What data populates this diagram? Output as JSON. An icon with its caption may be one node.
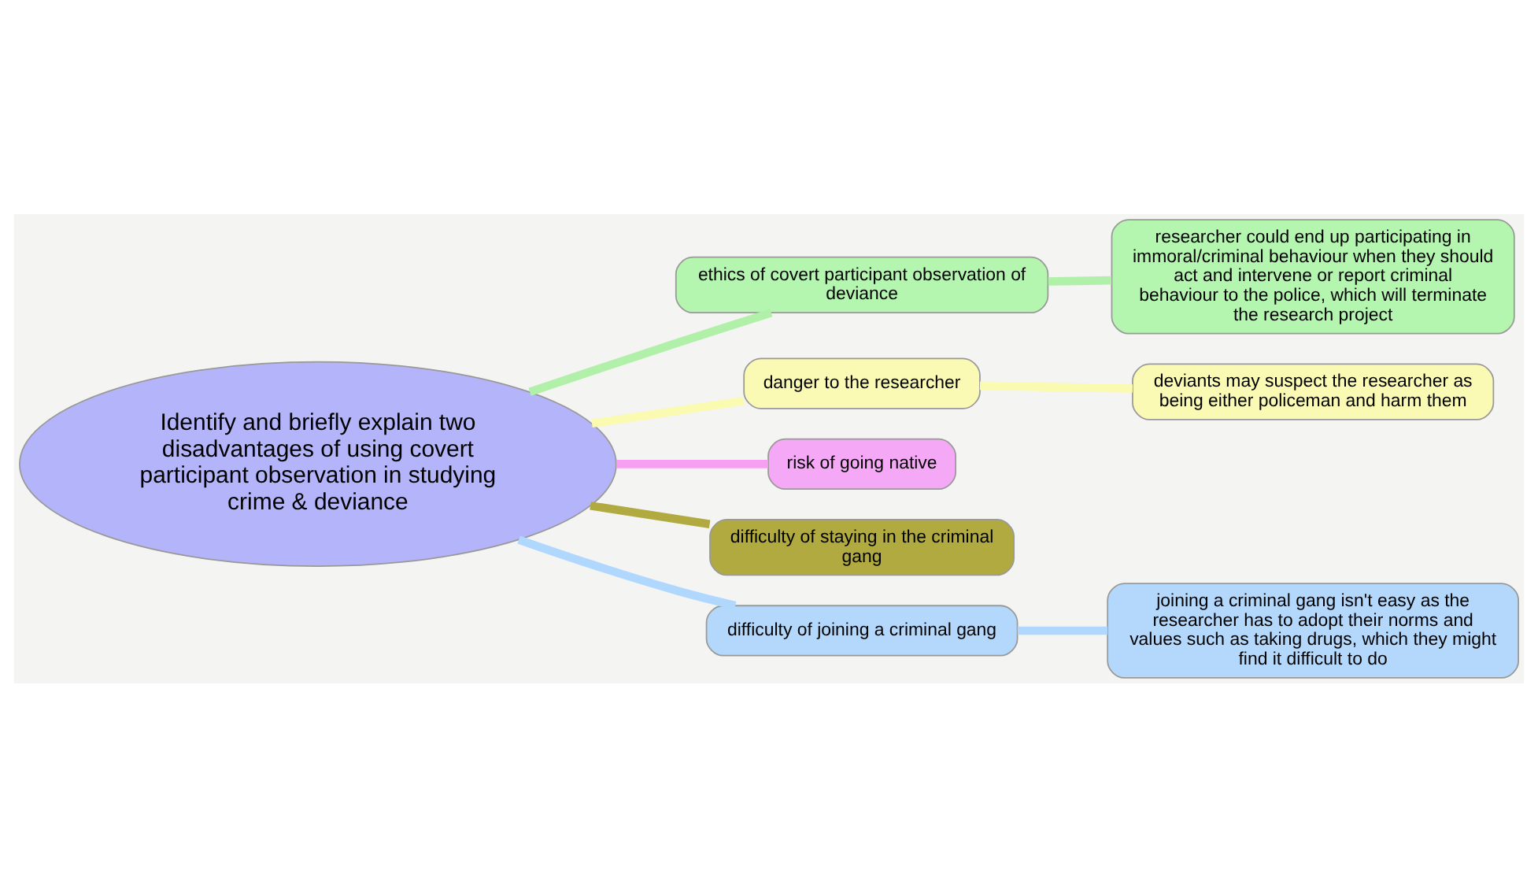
{
  "diagram": {
    "nodes": [
      {
        "text": [
          "Identify and briefly explain two disadvantages of using covert participant observation in studying crime & deviance"
        ]
      },
      {
        "text": [
          "ethics of covert participant observation of deviance"
        ]
      },
      {
        "text": [
          "researcher could end up participating in immoral/criminal behaviour when they should act and intervene or report criminal behaviour to the police, which will terminate the research project"
        ]
      },
      {
        "text": [
          "danger to the researcher"
        ]
      },
      {
        "text": [
          "deviants may suspect the researcher as being either policeman and harm them"
        ]
      },
      {
        "text": [
          "risk of going native"
        ]
      },
      {
        "text": [
          "difficulty of staying in the criminal gang"
        ]
      },
      {
        "text": [
          "difficulty of joining a criminal gang"
        ]
      },
      {
        "text": [
          "joining a criminal gang isn't easy as the researcher has to adopt their norms and values such as taking drugs, which they might find it difficult to do"
        ]
      }
    ],
    "edges": [
      {
        "from": 0,
        "to": 1,
        "arrow": "none",
        "color": "#b0f0a8"
      },
      {
        "from": 1,
        "to": 2,
        "arrow": "none",
        "color": "#b0f0a8"
      },
      {
        "from": 0,
        "to": 3,
        "arrow": "none",
        "color": "#fafab0"
      },
      {
        "from": 3,
        "to": 4,
        "arrow": "none",
        "color": "#fafab0"
      },
      {
        "from": 0,
        "to": 5,
        "arrow": "none",
        "color": "#f5a0f0"
      },
      {
        "from": 0,
        "to": 6,
        "arrow": "none",
        "color": "#b0aa40"
      },
      {
        "from": 0,
        "to": 7,
        "arrow": "none",
        "color": "#b0d8ff"
      },
      {
        "from": 7,
        "to": 8,
        "arrow": "none",
        "color": "#b0d8ff"
      }
    ]
  }
}
